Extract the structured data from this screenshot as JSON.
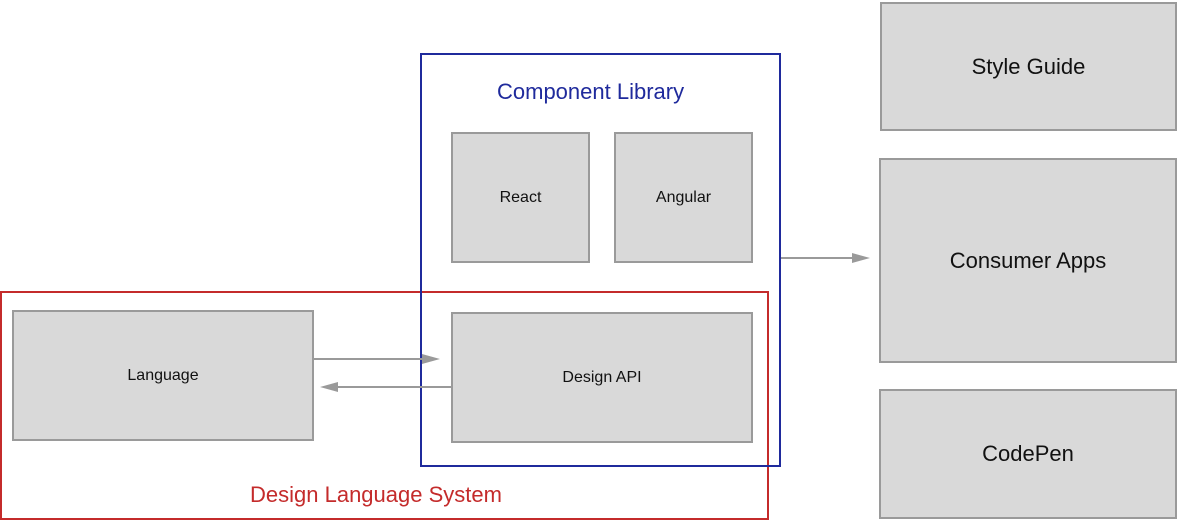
{
  "groups": {
    "component_library": {
      "label": "Component Library",
      "color": "#1f2a9c"
    },
    "design_language_system": {
      "label": "Design Language System",
      "color": "#c42b2b"
    }
  },
  "nodes": {
    "react": "React",
    "angular": "Angular",
    "design_api": "Design API",
    "language": "Language",
    "style_guide": "Style Guide",
    "consumer_apps": "Consumer Apps",
    "codepen": "CodePen"
  },
  "colors": {
    "node_fill": "#d9d9d9",
    "node_border": "#9a9a9a",
    "arrow": "#9a9a9a"
  },
  "edges": [
    {
      "from": "component_library",
      "to": "consumer_apps"
    },
    {
      "from": "language",
      "to": "design_api"
    },
    {
      "from": "design_api",
      "to": "language"
    }
  ]
}
